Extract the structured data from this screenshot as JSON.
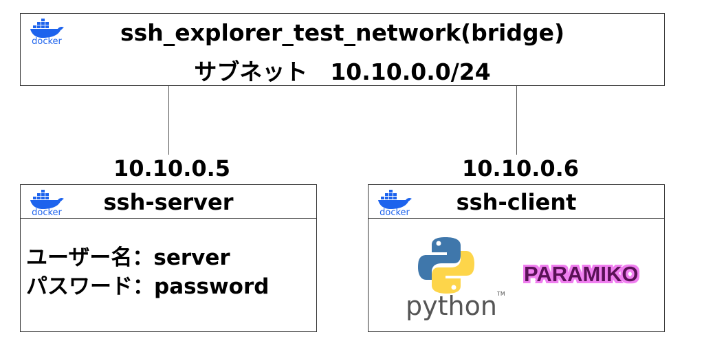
{
  "network": {
    "name": "ssh_explorer_test_network(bridge)",
    "subnet_line": "サブネット　10.10.0.0/24"
  },
  "docker_logo_text": "docker",
  "server": {
    "ip": "10.10.0.5",
    "name": "ssh-server",
    "username_line": "ユーザー名：server",
    "password_line": "パスワード：password"
  },
  "client": {
    "ip": "10.10.0.6",
    "name": "ssh-client",
    "python_word": "python",
    "python_tm": "TM",
    "paramiko_word": "PARAMIKO"
  },
  "colors": {
    "docker_blue": "#1d63ed",
    "python_blue": "#3f77ab",
    "python_yellow": "#fdd54a",
    "paramiko_fill": "#5a1157",
    "paramiko_outline": "#f07ff0"
  }
}
